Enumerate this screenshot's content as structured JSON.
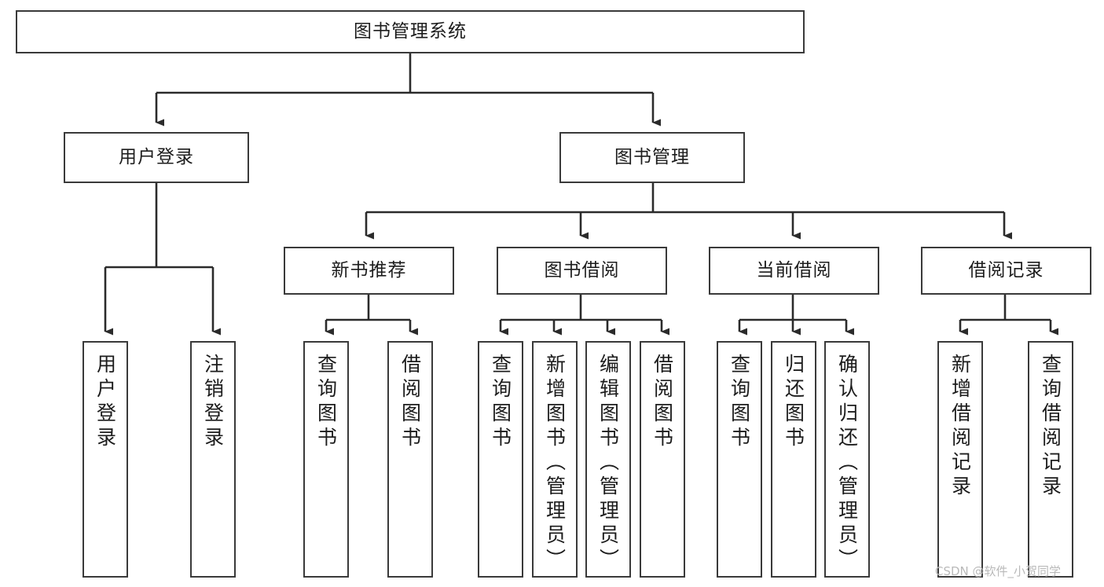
{
  "diagram": {
    "type": "tree-hierarchy",
    "title": "图书管理系统",
    "orientation": "top-down",
    "colors": {
      "box_border": "#3a3a3a",
      "box_fill": "#ffffff",
      "connector": "#2b2b2b",
      "text": "#1c1c1c",
      "watermark": "#b9b9b9",
      "background": "#ffffff"
    },
    "nodes": {
      "root": {
        "label": "图书管理系统"
      },
      "level2": [
        {
          "label": "用户登录"
        },
        {
          "label": "图书管理"
        }
      ],
      "level3": [
        {
          "label": "新书推荐"
        },
        {
          "label": "图书借阅"
        },
        {
          "label": "当前借阅"
        },
        {
          "label": "借阅记录"
        }
      ],
      "leaves": {
        "user_login": [
          {
            "label": "用户登录"
          },
          {
            "label": "注销登录"
          }
        ],
        "new_book_recommend": [
          {
            "label": "查询图书"
          },
          {
            "label": "借阅图书"
          }
        ],
        "book_borrow": [
          {
            "label": "查询图书"
          },
          {
            "label": "新增图书（管理员）"
          },
          {
            "label": "编辑图书（管理员）"
          },
          {
            "label": "借阅图书"
          }
        ],
        "current_borrow": [
          {
            "label": "查询图书"
          },
          {
            "label": "归还图书"
          },
          {
            "label": "确认归还（管理员）"
          }
        ],
        "borrow_record": [
          {
            "label": "新增借阅记录"
          },
          {
            "label": "查询借阅记录"
          }
        ]
      }
    },
    "watermark": "CSDN @软件_小贺同学"
  }
}
